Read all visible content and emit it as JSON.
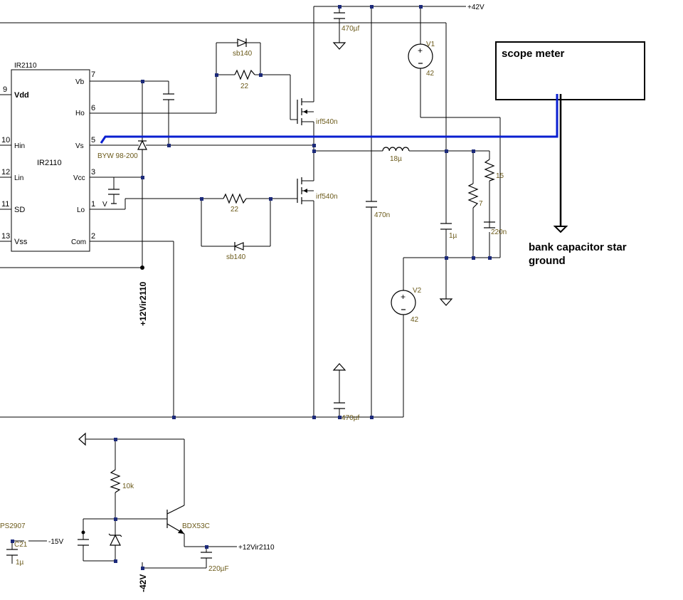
{
  "title": "",
  "ic": {
    "part": "IR2110",
    "name": "IR2110"
  },
  "pins_left": [
    {
      "num": "9",
      "label": "Vdd"
    },
    {
      "num": "10",
      "label": "Hin"
    },
    {
      "num": "12",
      "label": "Lin"
    },
    {
      "num": "11",
      "label": "SD"
    },
    {
      "num": "13",
      "label": "Vss"
    }
  ],
  "pins_right": [
    {
      "num": "7",
      "label": "Vb"
    },
    {
      "num": "6",
      "label": "Ho"
    },
    {
      "num": "5",
      "label": "Vs"
    },
    {
      "num": "3",
      "label": "Vcc"
    },
    {
      "num": "1",
      "label": "Lo"
    },
    {
      "num": "2",
      "label": "Com"
    }
  ],
  "components": {
    "diode_high": "sb140",
    "r_high": "22",
    "r_low": "22",
    "diode_low": "sb140",
    "boot_diode": "BYW 98-200",
    "vcc_cap": "V",
    "mosfet_high": "irf540n",
    "mosfet_low": "irf540n",
    "cap_top": "470µf",
    "cap_bottom": "470µf",
    "cap_470n": "470n",
    "inductor": "18µ",
    "cap_1u": "1µ",
    "r_7": "7",
    "r_15": "15",
    "cap_220n": "220n",
    "v1_name": "V1",
    "v1_val": "42",
    "v2_name": "V2",
    "v2_val": "42",
    "supply_pos": "+42V",
    "supply_12v": "+12Vir2110",
    "r_10k": "10k",
    "transistor": "BDX53C",
    "out_12v": "+12Vir2110",
    "cap_220uF": "220µF",
    "supply_neg": "-42V",
    "neg15": "-15V",
    "c21": "C21",
    "c21_val": "1µ",
    "pnp": "PS2907"
  },
  "scope": {
    "label": "scope meter"
  },
  "ground_note": {
    "line1": "bank capacitor star",
    "line2": "ground"
  },
  "colors": {
    "wire": "#000000",
    "junction": "#1c2a7a",
    "probe": "#0a1fd0",
    "label": "#6b5a1a"
  }
}
